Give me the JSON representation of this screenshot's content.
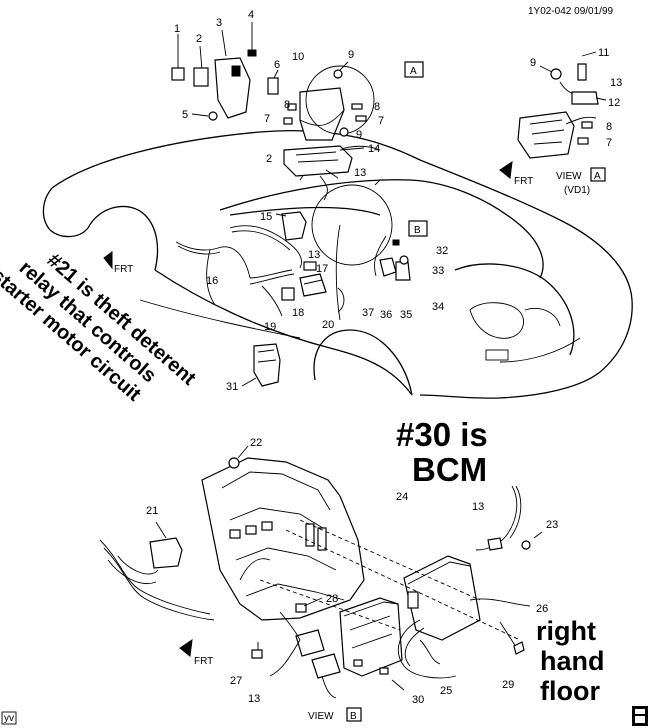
{
  "header": {
    "code": "1Y02-042  09/01/99"
  },
  "callouts": {
    "c1": "1",
    "c2": "2",
    "c3": "3",
    "c4": "4",
    "c5": "5",
    "c6": "6",
    "c7": "7",
    "c8": "8",
    "c9": "9",
    "c10": "10",
    "c11": "11",
    "c12": "12",
    "c13": "13",
    "c14": "14",
    "c15": "15",
    "c16": "16",
    "c17": "17",
    "c18": "18",
    "c19": "19",
    "c20": "20",
    "c21": "21",
    "c22": "22",
    "c23": "23",
    "c24": "24",
    "c25": "25",
    "c26": "26",
    "c27": "27",
    "c28": "28",
    "c29": "29",
    "c30": "30",
    "c31": "31",
    "c32": "32",
    "c33": "33",
    "c34": "34",
    "c35": "35",
    "c36": "36",
    "c37": "37"
  },
  "view_refs": {
    "box_a": "A",
    "box_b": "B",
    "view_a_prefix": "VIEW",
    "view_a_sub": "(VD1)",
    "view_b_prefix": "VIEW"
  },
  "frt_label": "FRT",
  "annotations": {
    "bcm_line1": "#30 is",
    "bcm_line2": "BCM",
    "relay_line1": "#21 is theft deterent",
    "relay_line2": "relay that controls",
    "relay_line3": "starter motor circuit",
    "floor_line1": "right",
    "floor_line2": "hand",
    "floor_line3": "floor"
  },
  "footer": {
    "left_mark": "yv"
  }
}
